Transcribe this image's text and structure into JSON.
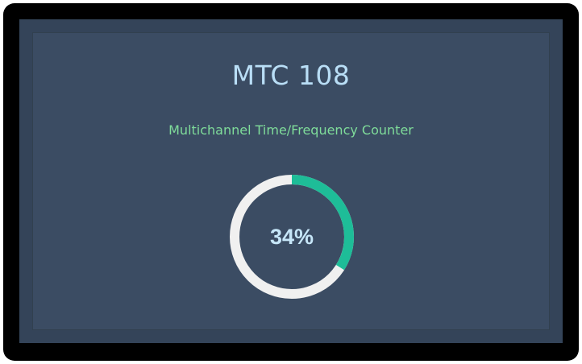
{
  "app": {
    "title": "MTC 108",
    "subtitle": "Multichannel Time/Frequency Counter"
  },
  "loading": {
    "progress_percent": 34,
    "progress_label": "34%",
    "colors": {
      "track": "#f0f0f0",
      "fill": "#1ebd98"
    }
  },
  "theme": {
    "bezel": "#000000",
    "screen_background": "#344459",
    "panel_background": "#3b4c63",
    "title_color": "#b9def6",
    "subtitle_color": "#7fdc9a"
  }
}
